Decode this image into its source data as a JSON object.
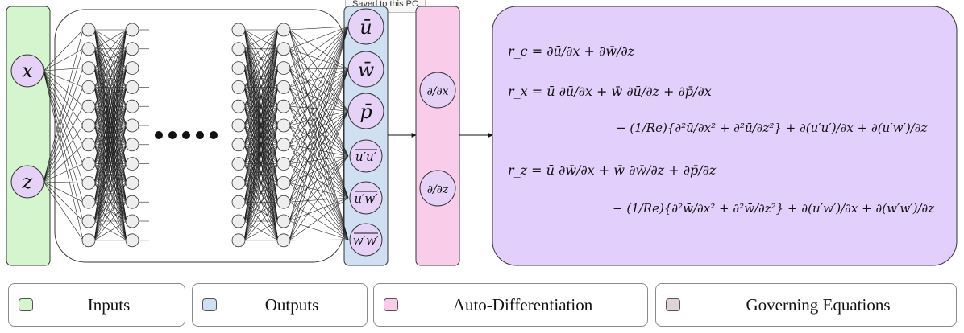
{
  "tooltip": "Saved to this PC",
  "inputs": [
    "x",
    "z"
  ],
  "outputs": [
    "ū",
    "w̄",
    "p̄",
    "u′u′",
    "u′w′",
    "w′w′"
  ],
  "derivatives": [
    "∂/∂x",
    "∂/∂z"
  ],
  "equations": {
    "rc": "r_c = ∂ū/∂x + ∂w̄/∂z",
    "rx_line1": "r_x = ū ∂ū/∂x + w̄ ∂ū/∂z + ∂p̄/∂x",
    "rx_line2": "− (1/Re){∂²ū/∂x² + ∂²ū/∂z²} + ∂(u′u′)/∂x + ∂(u′w′)/∂z",
    "rz_line1": "r_z = ū ∂w̄/∂x + w̄ ∂w̄/∂z + ∂p̄/∂z",
    "rz_line2": "− (1/Re){∂²w̄/∂x² + ∂²w̄/∂z²} + ∂(u′w′)/∂x + ∂(w′w′)/∂z"
  },
  "legend": [
    {
      "label": "Inputs",
      "color": "#d5f5cf"
    },
    {
      "label": "Outputs",
      "color": "#cfe0f3"
    },
    {
      "label": "Auto-Differentiation",
      "color": "#f9cde9"
    },
    {
      "label": "Governing Equations",
      "color": "#e3d2d9"
    }
  ],
  "colors": {
    "inputs_panel": "#d5f5cf",
    "outputs_panel": "#cfe0f3",
    "autodiff_panel": "#f9cde9",
    "equations_panel": "#e2cffb",
    "node_fill": "#eeeeee",
    "io_node_fill": "#e6d2f7"
  }
}
